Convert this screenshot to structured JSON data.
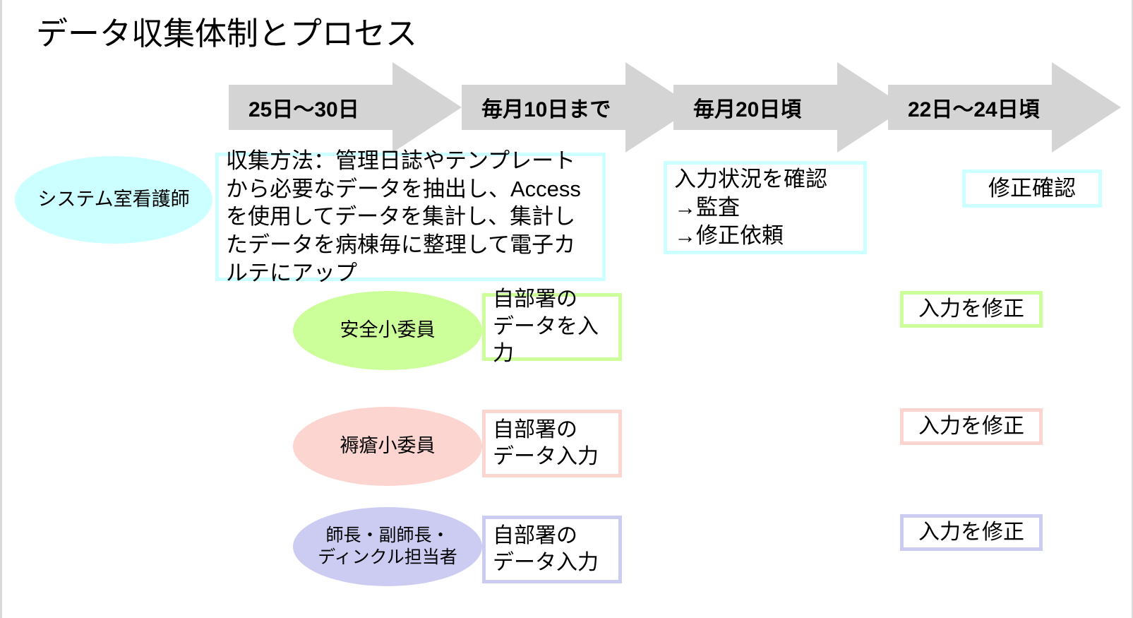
{
  "slide": {
    "title": "データ収集体制とプロセス"
  },
  "timeline": {
    "arrows": [
      {
        "id": "arrow-1",
        "label": "25日～30日"
      },
      {
        "id": "arrow-2",
        "label": "毎月10日まで"
      },
      {
        "id": "arrow-3",
        "label": "毎月20日頃"
      },
      {
        "id": "arrow-4",
        "label": "22日～24日頃"
      }
    ],
    "arrow_fill": "#d4d4d4"
  },
  "rows": [
    {
      "id": "row-system-nurse",
      "role": "システム室看護師",
      "accent": "#ccffff",
      "task": "収集方法：管理日誌やテンプレートから必要なデータを抽出し、Accessを使用してデータを集計し、集計したデータを病棟毎に整理して電子カルテにアップ",
      "check": "入力状況を確認\n→監査\n→修正依頼",
      "final": "修正確認"
    },
    {
      "id": "row-safety-committee",
      "role": "安全小委員",
      "accent": "#ccff99",
      "task": "自部署の\nデータを入力",
      "final": "入力を修正"
    },
    {
      "id": "row-pressure-ulcer-committee",
      "role": "褥瘡小委員",
      "accent": "#fcd5d0",
      "task": "自部署の\nデータ入力",
      "final": "入力を修正"
    },
    {
      "id": "row-head-nurse",
      "role": "師長・副師長・\nディンクル担当者",
      "accent": "#ccccf2",
      "task": "自部署の\nデータ入力",
      "final": "入力を修正"
    }
  ]
}
